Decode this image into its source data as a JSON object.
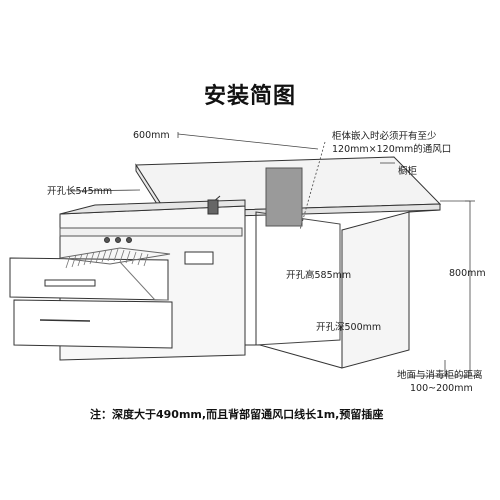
{
  "title": "安装简图",
  "labels": {
    "width": "600mm",
    "vent_line1": "柜体嵌入时必须开有至少",
    "vent_line2": "120mm×120mm的通风口",
    "cabinet": "橱柜",
    "cutout_width": "开孔长545mm",
    "cutout_height": "开孔高585mm",
    "cutout_depth": "开孔深500mm",
    "height": "800mm",
    "floor_line1": "地面与消毒柜的距离",
    "floor_line2": "100~200mm"
  },
  "note": "注：深度大于490mm,而且背部留通风口线长1m,预留插座"
}
